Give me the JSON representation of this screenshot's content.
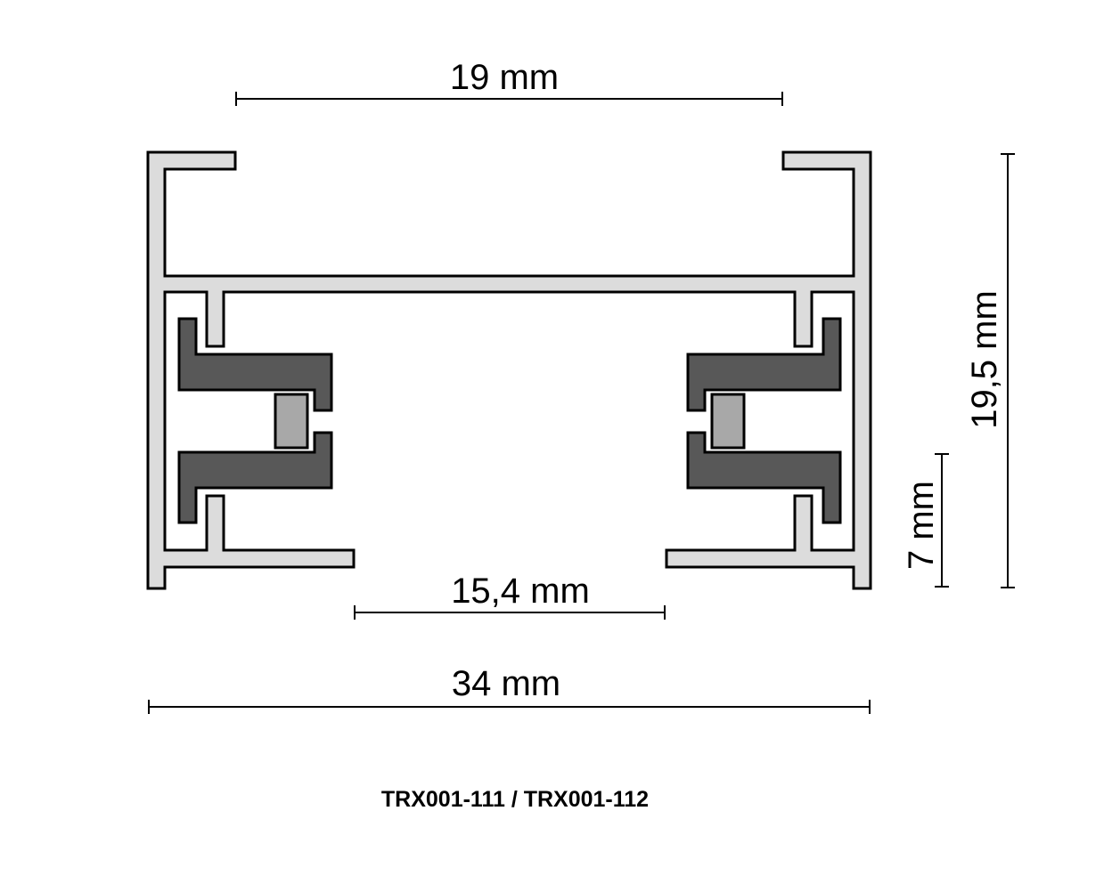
{
  "diagram": {
    "type": "technical cross-section",
    "subject": "3-phase track profile",
    "caption": "TRX001-111 / TRX001-112",
    "dimensions": {
      "top_opening": "19 mm",
      "bottom_opening": "15,4 mm",
      "total_width": "34 mm",
      "total_height": "19,5 mm",
      "lower_section_height": "7 mm"
    },
    "colors": {
      "profile_body": "#dcdcdc",
      "conductor": "#585858",
      "insulator_insert": "#a8a8a8",
      "outline": "#000000"
    }
  }
}
